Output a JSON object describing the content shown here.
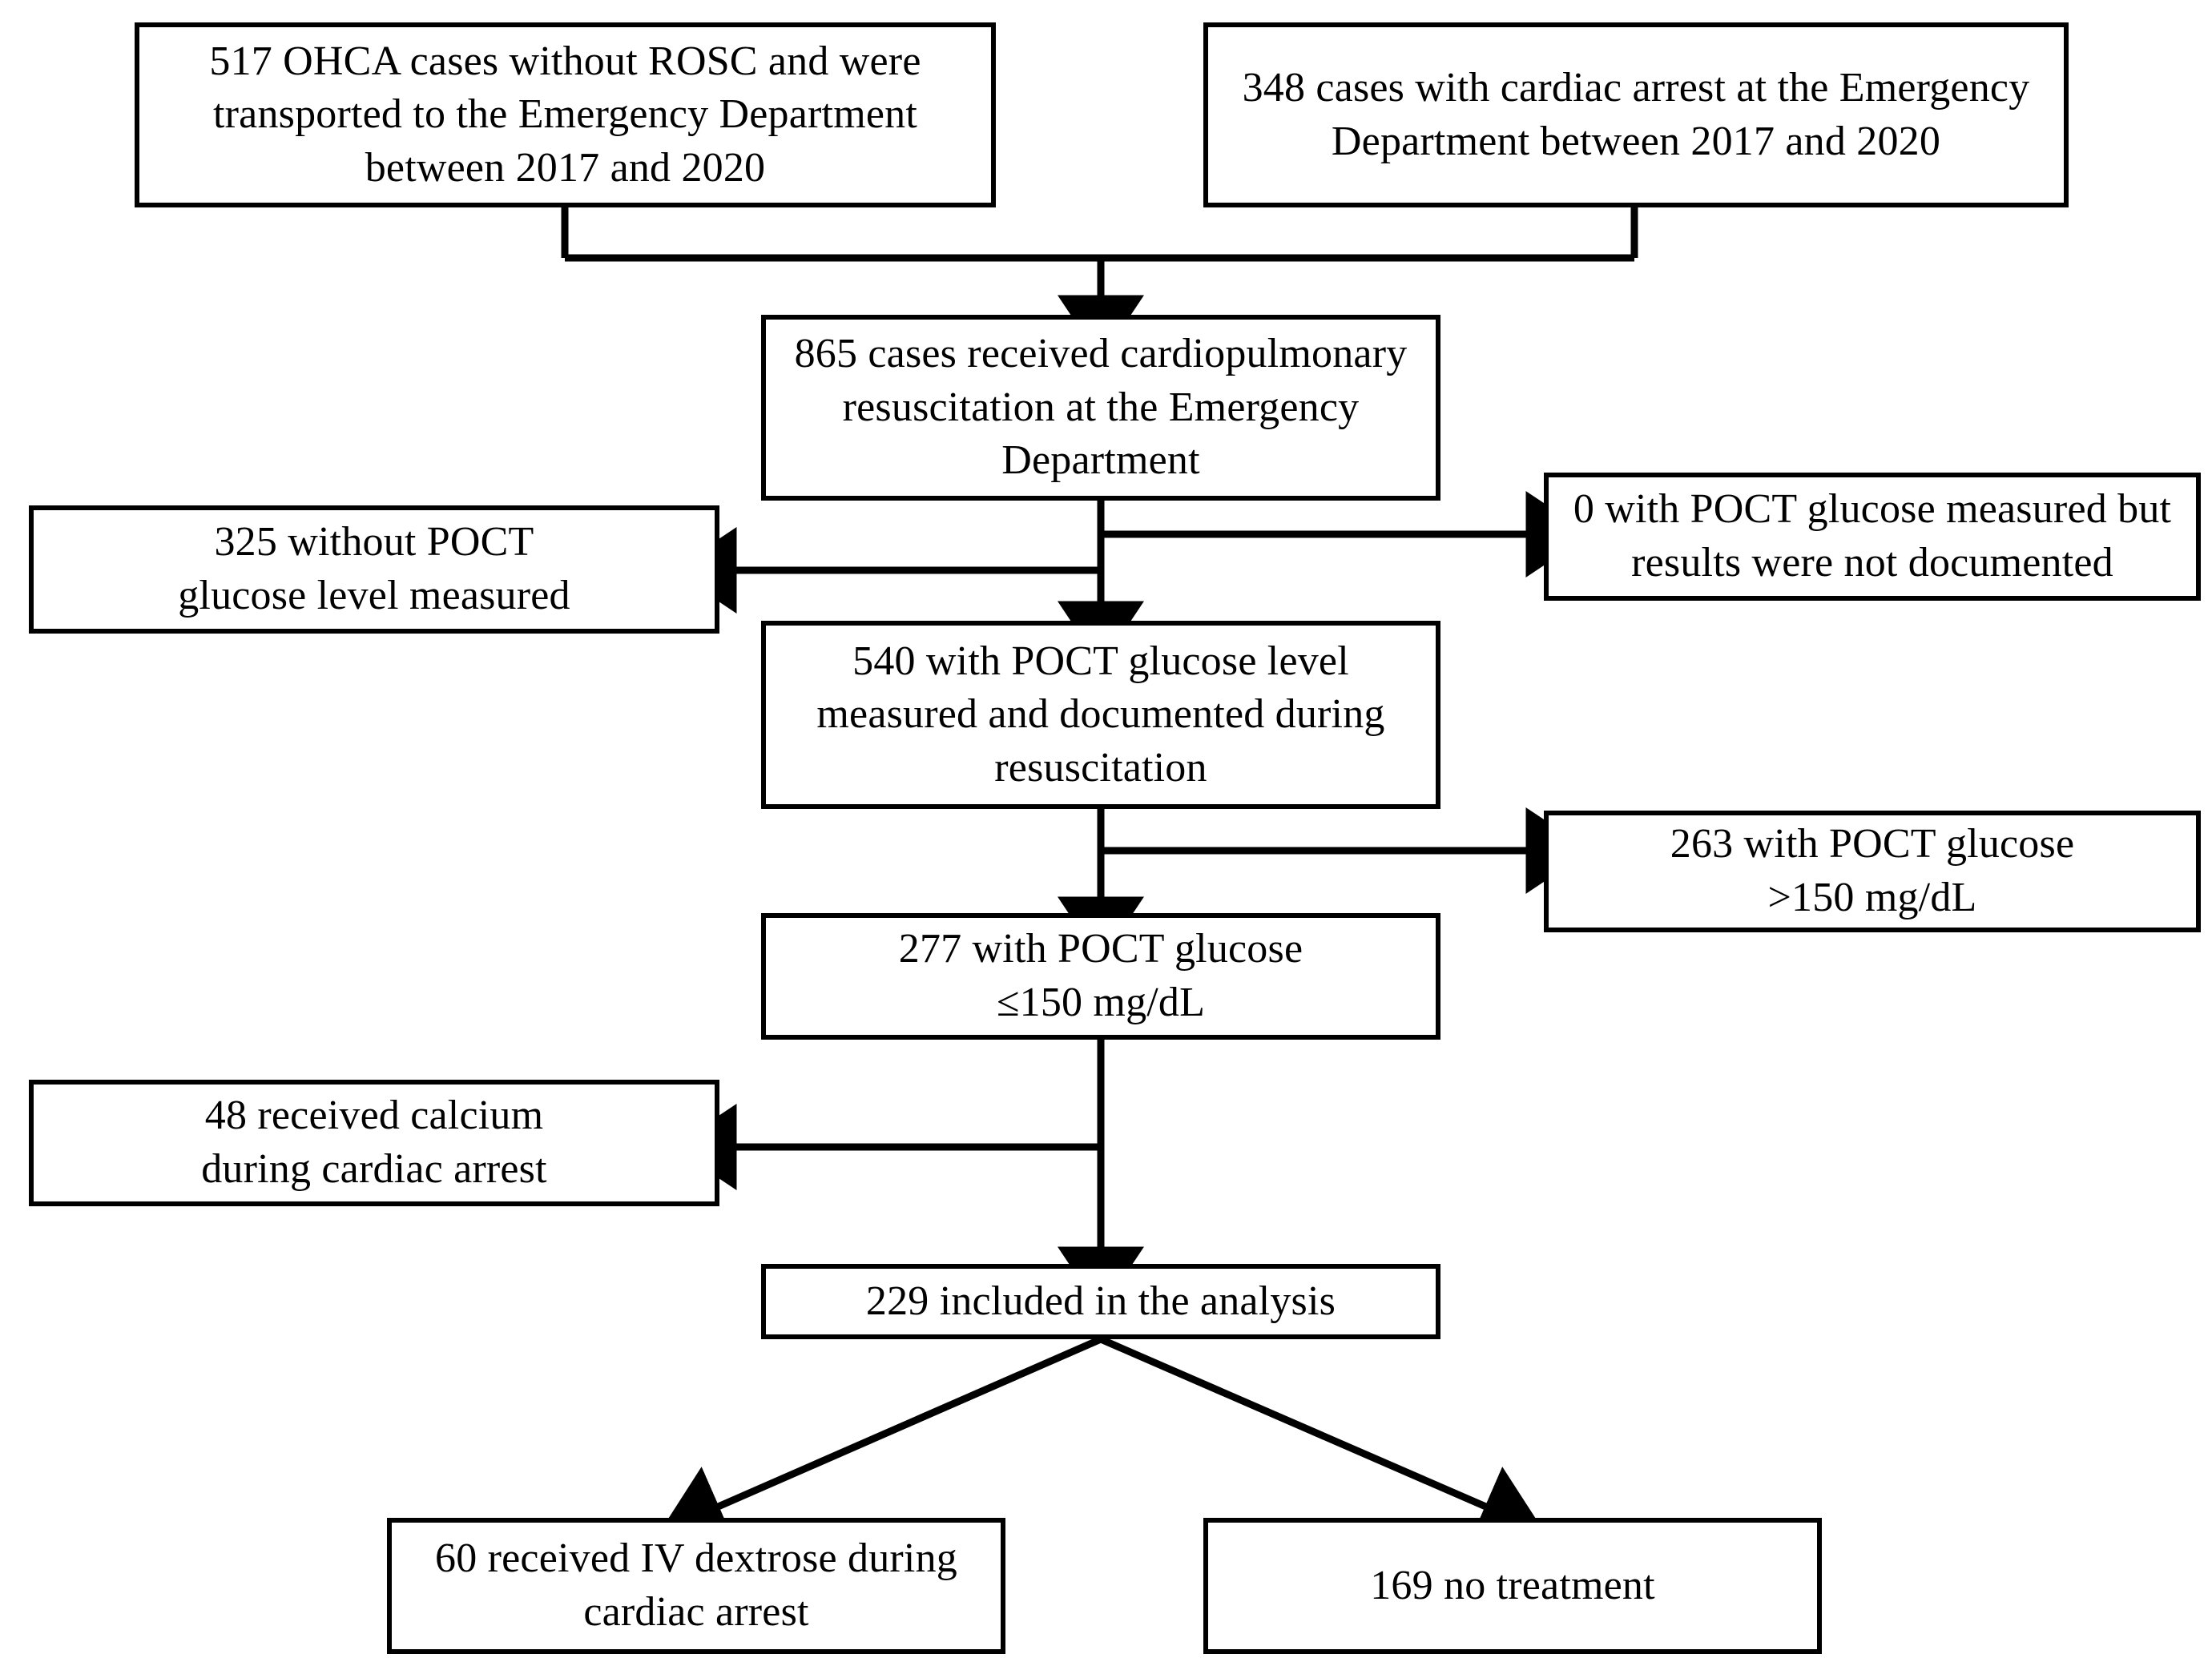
{
  "diagram": {
    "title": "CONSORT-style patient selection flow diagram",
    "background_color": "#ffffff",
    "line_color": "#000000",
    "text_color": "#000000",
    "nodes": {
      "ohca_transported": {
        "id": "ohca_transported",
        "text": "517 OHCA cases without ROSC and were\ntransported to the Emergency Department\nbetween 2017 and 2020",
        "count": 517
      },
      "ed_arrest": {
        "id": "ed_arrest",
        "text": "348 cases with cardiac arrest at the Emergency\nDepartment between 2017 and 2020",
        "count": 348
      },
      "cpr_received": {
        "id": "cpr_received",
        "text": "865 cases received cardiopulmonary\nresuscitation at the Emergency\nDepartment",
        "count": 865
      },
      "no_poct": {
        "id": "no_poct",
        "text": "325 without POCT\nglucose level measured",
        "count": 325
      },
      "poct_undocumented": {
        "id": "poct_undocumented",
        "text": "0 with POCT glucose measured but\nresults were not documented",
        "count": 0
      },
      "poct_documented": {
        "id": "poct_documented",
        "text": "540 with POCT glucose level\nmeasured and documented during\nresuscitation",
        "count": 540
      },
      "glucose_high": {
        "id": "glucose_high",
        "text": "263 with POCT glucose\n>150 mg/dL",
        "count": 263
      },
      "glucose_low": {
        "id": "glucose_low",
        "text": "277 with POCT glucose\n≤150 mg/dL",
        "count": 277
      },
      "calcium": {
        "id": "calcium",
        "text": "48 received calcium\nduring cardiac arrest",
        "count": 48
      },
      "included": {
        "id": "included",
        "text": "229 included in the analysis",
        "count": 229
      },
      "dextrose": {
        "id": "dextrose",
        "text": "60 received IV dextrose during\ncardiac arrest",
        "count": 60
      },
      "no_treatment": {
        "id": "no_treatment",
        "text": "169 no treatment",
        "count": 169
      }
    }
  }
}
